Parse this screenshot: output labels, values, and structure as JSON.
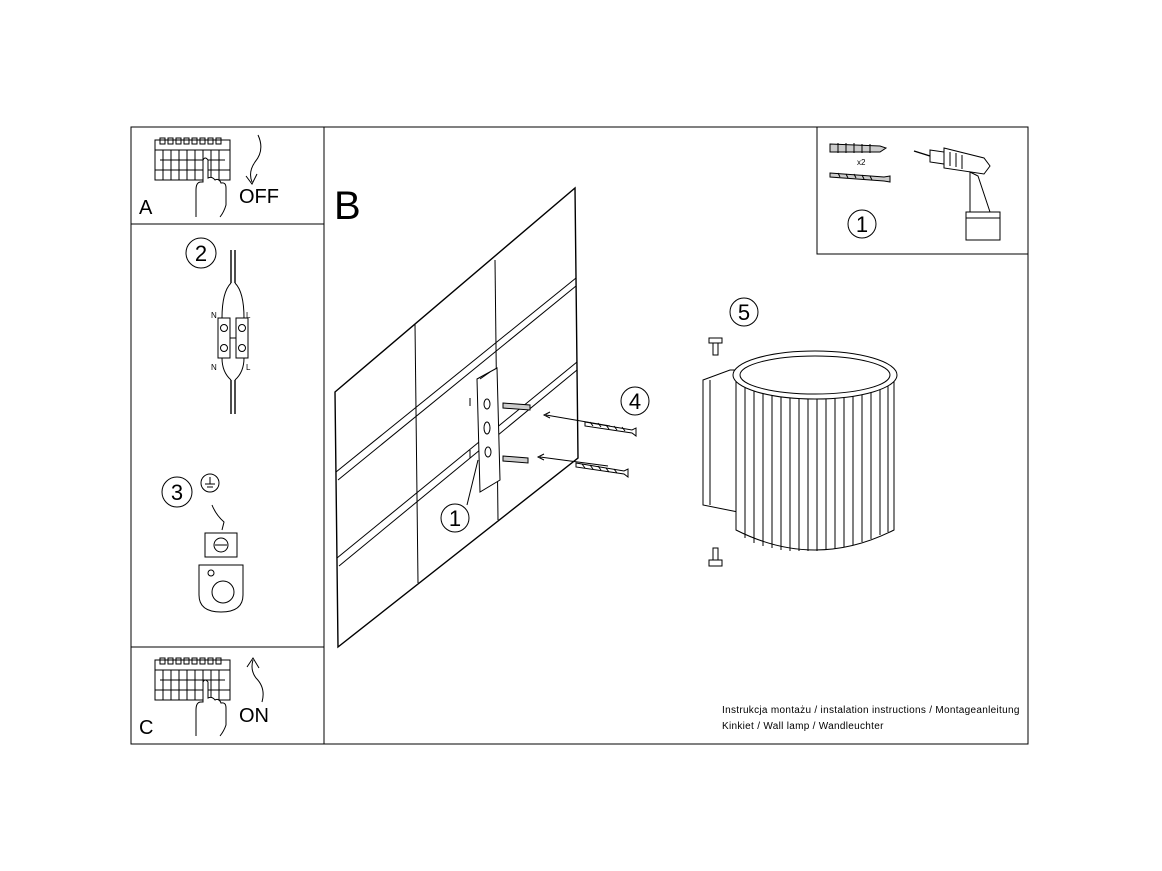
{
  "panels": {
    "a": {
      "letter": "A",
      "state": "OFF"
    },
    "b": {
      "letter": "B"
    },
    "c": {
      "letter": "C",
      "state": "ON"
    }
  },
  "steps": {
    "tools": {
      "number": "1",
      "count": "x2"
    },
    "wiring": {
      "number": "2",
      "terminal_left": "N",
      "terminal_right": "L"
    },
    "ground": {
      "number": "3"
    },
    "bracket": {
      "number": "1"
    },
    "screws": {
      "number": "4"
    },
    "lamp": {
      "number": "5"
    }
  },
  "footer": {
    "line1": "Instrukcja montażu / instalation instructions / Montageanleitung",
    "line2": "Kinkiet / Wall lamp / Wandleuchter"
  }
}
